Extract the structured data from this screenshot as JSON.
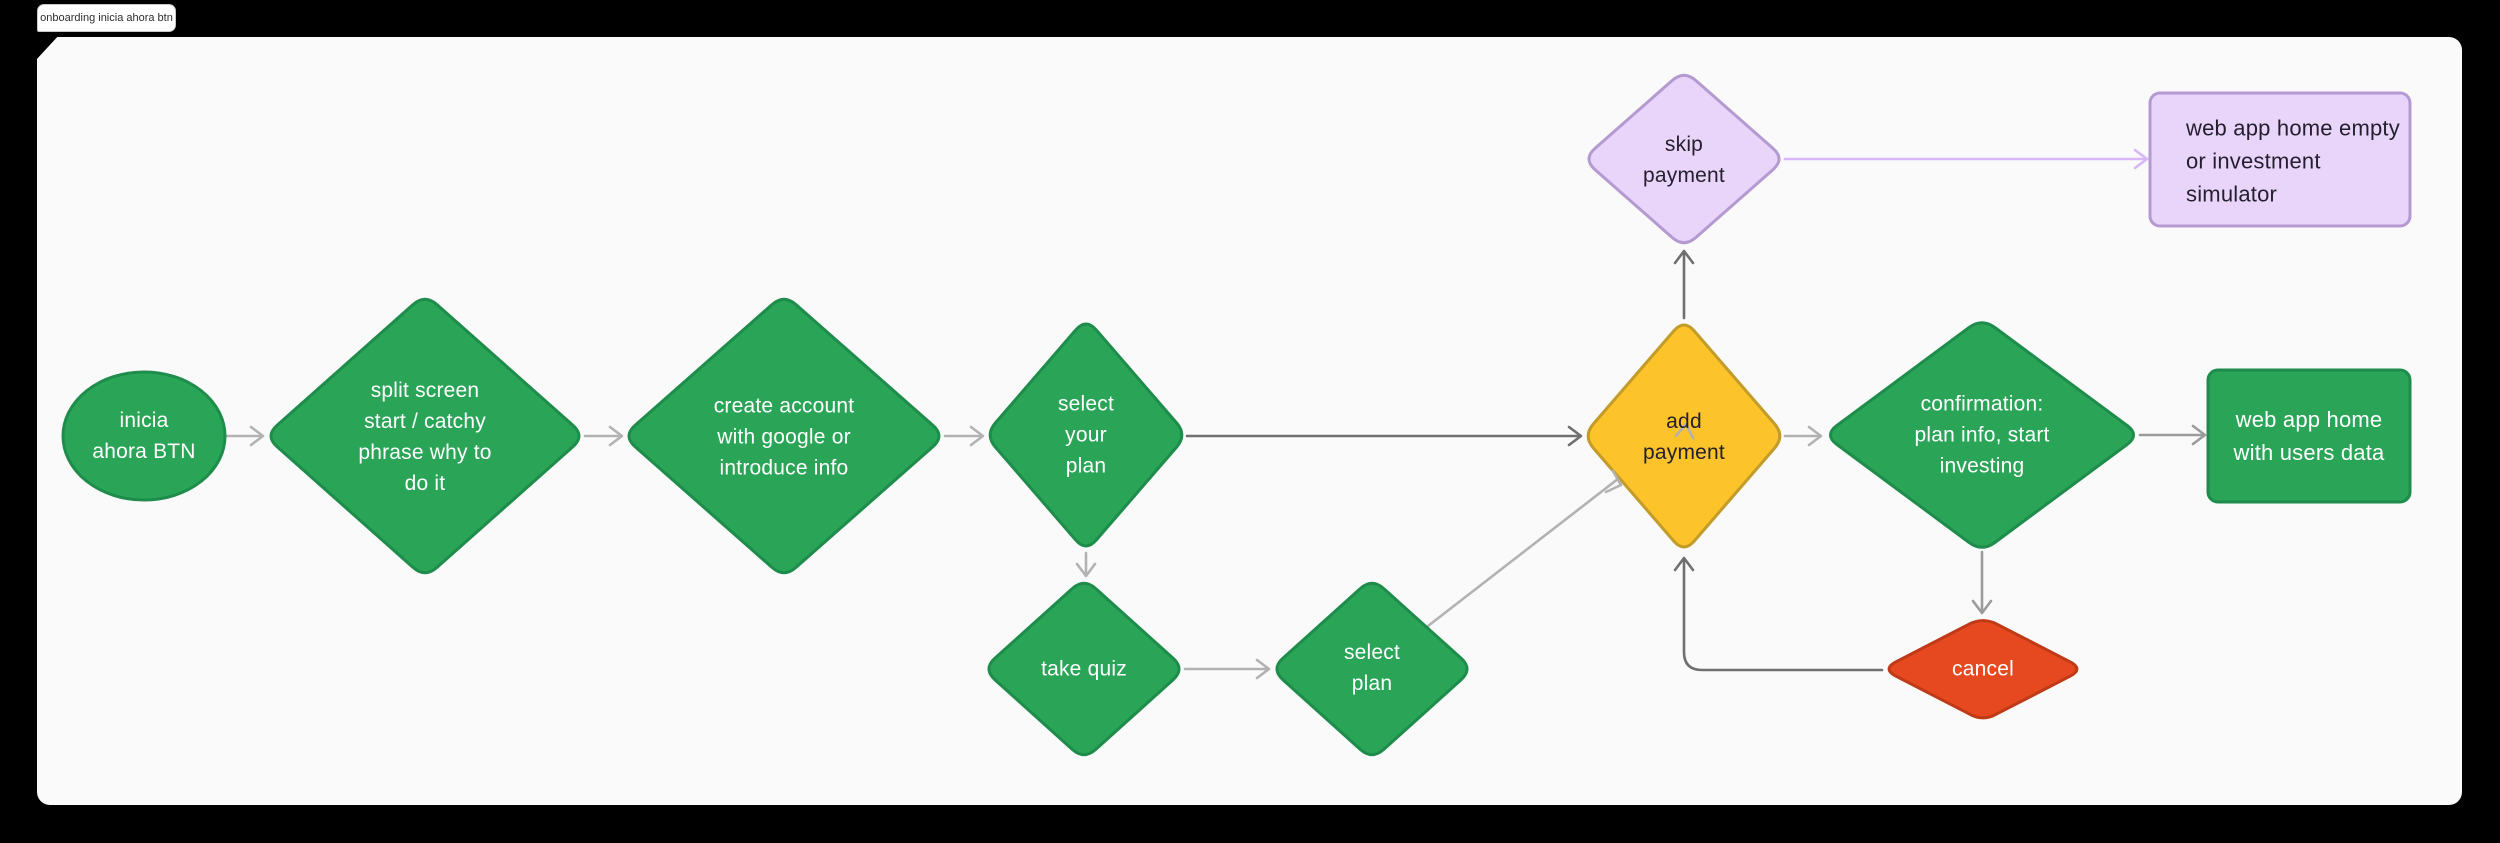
{
  "frame": {
    "label": "onboarding inicia ahora btn"
  },
  "palette": {
    "canvas_bg": "#fafafa",
    "outside_bg": "#000000",
    "green_fill": "#2aa558",
    "green_stroke": "#1e8c4b",
    "yellow_fill": "#fcc32b",
    "yellow_stroke": "#c29b28",
    "purple_fill": "#e9d4fa",
    "purple_stroke": "#b49ad1",
    "red_fill": "#e6491f",
    "red_stroke": "#bf3a16",
    "arrow_light": "#b2b2b2",
    "arrow_dark": "#6f6f6f",
    "arrow_medium": "#9b9b9b",
    "arrow_purple": "#d8b6f8",
    "text_light": "#ffffff",
    "text_dark": "#241f2e"
  },
  "nodes": [
    {
      "id": "inicia-ahora-btn",
      "shape": "ellipse",
      "color": "green",
      "label": "inicia\nahora BTN"
    },
    {
      "id": "split-screen",
      "shape": "diamond",
      "color": "green",
      "label": "split screen\nstart / catchy\nphrase why to\ndo it"
    },
    {
      "id": "create-account",
      "shape": "diamond",
      "color": "green",
      "label": "create account\nwith google or\nintroduce info"
    },
    {
      "id": "select-your-plan",
      "shape": "diamond",
      "color": "green",
      "label": "select\nyour\nplan"
    },
    {
      "id": "add-payment",
      "shape": "diamond",
      "color": "yellow",
      "label": "add\npayment"
    },
    {
      "id": "skip-payment",
      "shape": "diamond",
      "color": "purple",
      "label": "skip\npayment"
    },
    {
      "id": "web-app-home-empty",
      "shape": "rectangle",
      "color": "purple",
      "label": "web app home empty\nor investment\nsimulator"
    },
    {
      "id": "confirmation",
      "shape": "diamond",
      "color": "green",
      "label": "confirmation:\nplan info, start\ninvesting"
    },
    {
      "id": "web-app-home-users-data",
      "shape": "rectangle",
      "color": "green",
      "label": "web app home\nwith users data"
    },
    {
      "id": "take-quiz",
      "shape": "diamond",
      "color": "green",
      "label": "take quiz"
    },
    {
      "id": "select-plan",
      "shape": "diamond",
      "color": "green",
      "label": "select\nplan"
    },
    {
      "id": "cancel",
      "shape": "diamond",
      "color": "red",
      "label": "cancel"
    }
  ],
  "edges": [
    {
      "from": "inicia-ahora-btn",
      "to": "split-screen",
      "color": "light"
    },
    {
      "from": "split-screen",
      "to": "create-account",
      "color": "light"
    },
    {
      "from": "create-account",
      "to": "select-your-plan",
      "color": "light"
    },
    {
      "from": "select-your-plan",
      "to": "add-payment",
      "color": "dark"
    },
    {
      "from": "select-your-plan",
      "to": "take-quiz",
      "color": "light"
    },
    {
      "from": "take-quiz",
      "to": "select-plan",
      "color": "light"
    },
    {
      "from": "select-plan",
      "to": "add-payment",
      "color": "light"
    },
    {
      "from": "add-payment",
      "to": "skip-payment",
      "color": "dark"
    },
    {
      "from": "skip-payment",
      "to": "web-app-home-empty",
      "color": "purple"
    },
    {
      "from": "add-payment",
      "to": "confirmation",
      "color": "light"
    },
    {
      "from": "confirmation",
      "to": "web-app-home-users-data",
      "color": "medium"
    },
    {
      "from": "confirmation",
      "to": "cancel",
      "color": "medium"
    },
    {
      "from": "cancel",
      "to": "add-payment",
      "color": "dark"
    }
  ]
}
